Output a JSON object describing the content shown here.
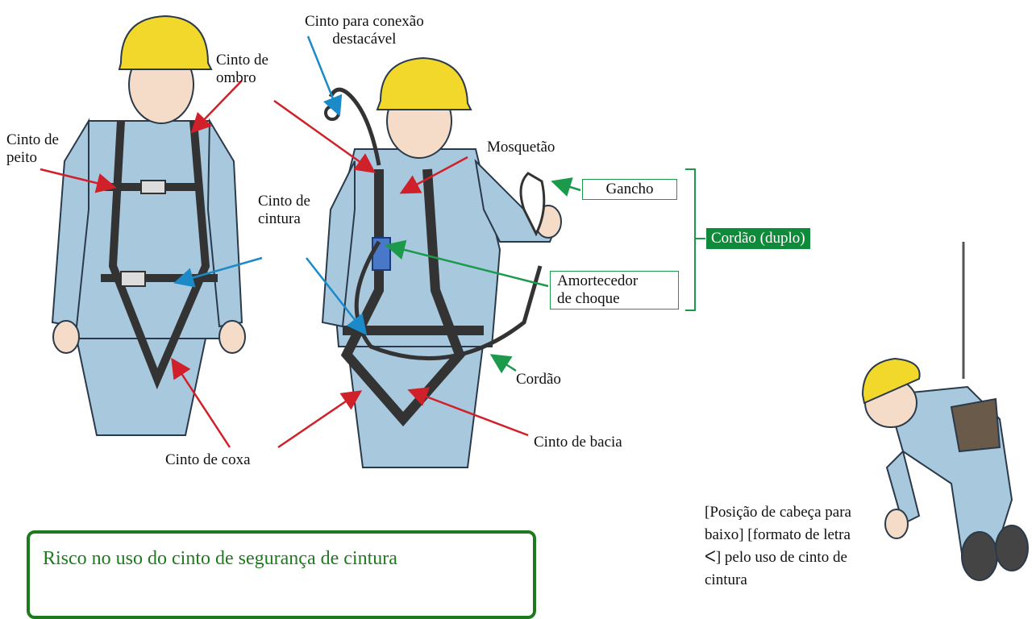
{
  "labels": {
    "connection_belt": "Cinto para conexão\ndestacável",
    "shoulder_belt": "Cinto de\nombro",
    "chest_belt": "Cinto de\npeito",
    "waist_belt": "Cinto de\ncintura",
    "carabiner": "Mosquetão",
    "hook": "Gancho",
    "lanyard_double": "Cordão (duplo)",
    "shock_absorber": "Amortecedor\nde choque",
    "lanyard": "Cordão",
    "hip_belt": "Cinto de bacia",
    "thigh_belt": "Cinto de coxa"
  },
  "risk_box": {
    "text": "Risco no uso do cinto de segurança de cintura"
  },
  "fall_note": {
    "text": "[Posição de cabeça para\nbaixo] [formato de letra\nᐸ] pelo uso de cinto de\ncintura"
  },
  "colors": {
    "arrow_red": "#d0202a",
    "arrow_blue": "#1a8ac8",
    "arrow_green": "#1a9a4a",
    "overall": "#a8c8de",
    "harness": "#4a4a4a",
    "helmet": "#f2d82a",
    "risk_green": "#1f7a1f"
  }
}
